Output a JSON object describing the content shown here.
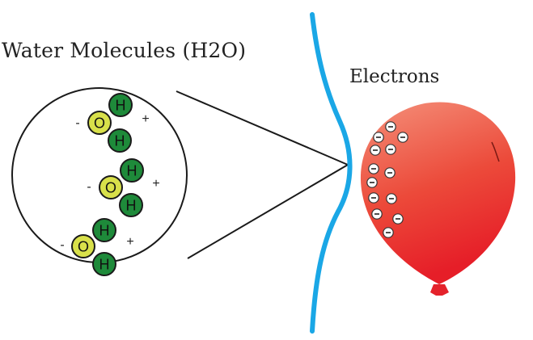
{
  "title": "Water Molecules (H2O)",
  "electrons_label": "Electrons",
  "colors": {
    "hydrogen": "#1e8a3a",
    "oxygen": "#d8e04a",
    "water_stream": "#1aa7e6",
    "balloon_top": "#f07a64",
    "balloon_bottom": "#e8222a",
    "outline": "#1a1a1a"
  },
  "molecules": [
    {
      "oxygen": "O",
      "hydrogen_top": "H",
      "hydrogen_bottom": "H",
      "negative": "-",
      "positive": "+"
    },
    {
      "oxygen": "O",
      "hydrogen_top": "H",
      "hydrogen_bottom": "H",
      "negative": "-",
      "positive": "+"
    },
    {
      "oxygen": "O",
      "hydrogen_top": "H",
      "hydrogen_bottom": "H",
      "negative": "-",
      "positive": "+"
    }
  ],
  "electron_symbol": "−"
}
